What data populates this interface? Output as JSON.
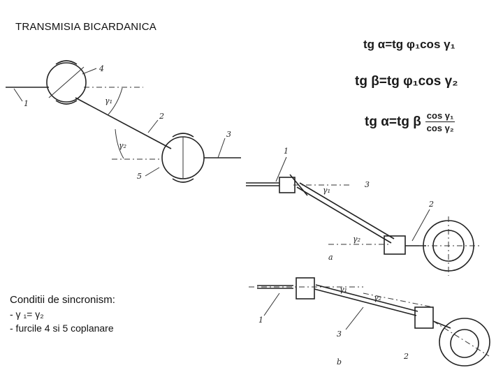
{
  "title": "TRANSMISIA BICARDANICA",
  "formulas": {
    "f1": "tg α=tg φ₁cos γ₁",
    "f2": "tg β=tg φ₁cos γ₂",
    "f3_left": "tg α=tg β",
    "f3_num": "cos γ₁",
    "f3_den": "cos γ₂"
  },
  "conditions": {
    "heading": "Conditii de sincronism:",
    "items": [
      "- γ ₁= γ₂",
      "- furcile 4 si 5 coplanare"
    ]
  },
  "diagram_labels": {
    "top": [
      "1",
      "4",
      "γ₁",
      "2",
      "γ₂",
      "3",
      "5"
    ],
    "a": [
      "1",
      "γ₁",
      "3",
      "2",
      "γ₂",
      "a"
    ],
    "b": [
      "γ₁",
      "γ₂",
      "1",
      "3",
      "2",
      "b"
    ]
  }
}
